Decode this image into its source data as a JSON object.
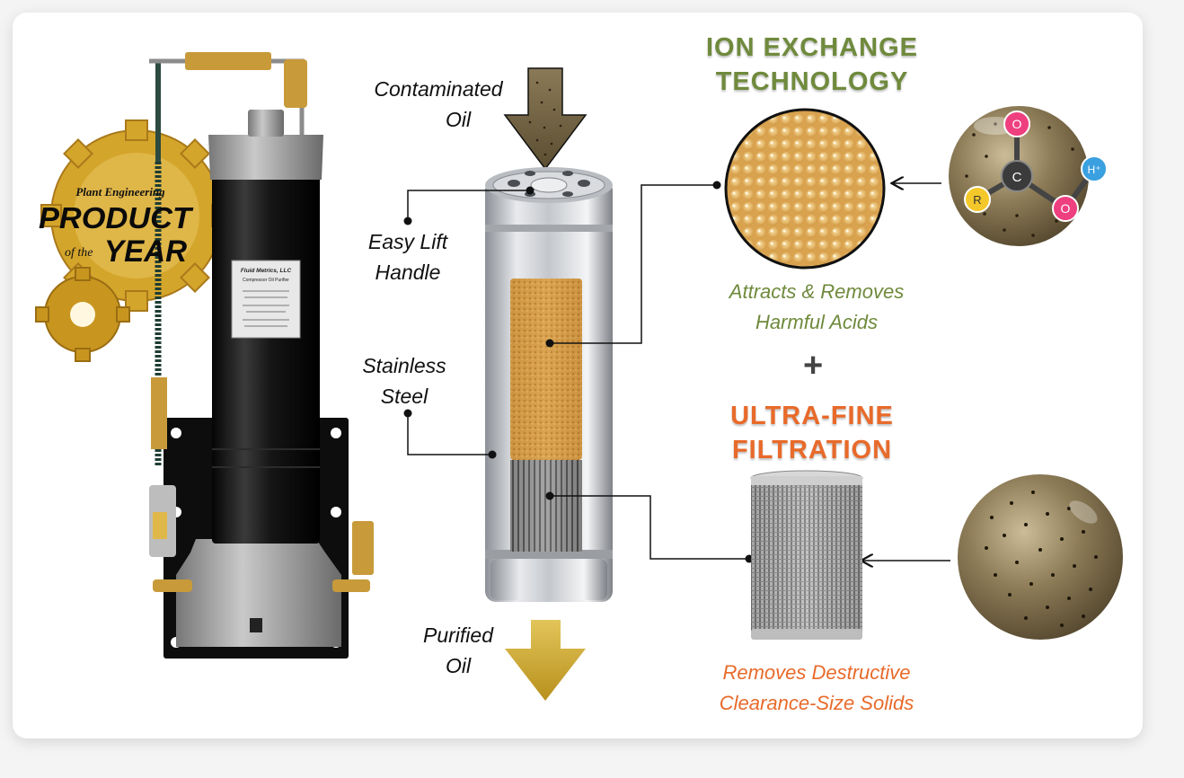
{
  "award": {
    "line1": "Plant Engineering",
    "line2": "PRODUCT",
    "line3_prefix": "of the",
    "line3_main": "YEAR"
  },
  "unit_label": {
    "line1": "Fluid Metrics, LLC",
    "line2": "Compressor Oil Purifier"
  },
  "flow": {
    "input": [
      "Contaminated",
      "Oil"
    ],
    "output": [
      "Purified",
      "Oil"
    ]
  },
  "callouts": {
    "handle": [
      "Easy Lift",
      "Handle"
    ],
    "steel": [
      "Stainless",
      "Steel"
    ]
  },
  "ion": {
    "title": [
      "ION EXCHANGE",
      "TECHNOLOGY"
    ],
    "caption": [
      "Attracts & Removes",
      "Harmful Acids"
    ]
  },
  "plus": "+",
  "filtration": {
    "title": [
      "ULTRA-FINE",
      "FILTRATION"
    ],
    "caption": [
      "Removes Destructive",
      "Clearance-Size Solids"
    ]
  },
  "molecule": {
    "atoms": [
      "O",
      "C",
      "O",
      "H⁺",
      "R"
    ]
  },
  "colors": {
    "ion_green": "#6f8a3c",
    "filtration_orange": "#e86a2a",
    "arrow_gold": "#c9a227",
    "oil_brown": "#6b5a3a",
    "resin_amber": "#d9a44f"
  }
}
